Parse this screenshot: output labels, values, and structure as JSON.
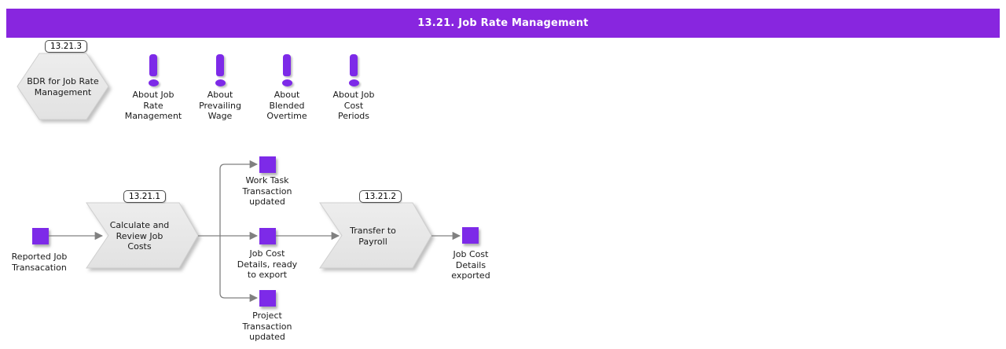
{
  "colors": {
    "header_bg": "#8826DF",
    "accent_purple": "#7D2AE8",
    "shape_border": "#CFCFCF",
    "connector": "#808080",
    "text": "#1a1a1a"
  },
  "header": {
    "title": "13.21. Job Rate Management"
  },
  "bdr": {
    "tag": "13.21.3",
    "label": "BDR for Job Rate\nManagement"
  },
  "about_icons": [
    {
      "label": "About Job\nRate\nManagement"
    },
    {
      "label": "About\nPrevailing\nWage"
    },
    {
      "label": "About\nBlended\nOvertime"
    },
    {
      "label": "About Job\nCost\nPeriods"
    }
  ],
  "flow": {
    "start_event": {
      "label": "Reported Job\nTransacation"
    },
    "step1": {
      "tag": "13.21.1",
      "label": "Calculate and\nReview Job\nCosts"
    },
    "outputs": [
      {
        "label": "Work Task\nTransaction\nupdated"
      },
      {
        "label": "Job Cost\nDetails, ready\nto export"
      },
      {
        "label": "Project\nTransaction\nupdated"
      }
    ],
    "step2": {
      "tag": "13.21.2",
      "label": "Transfer to\nPayroll"
    },
    "end_event": {
      "label": "Job Cost\nDetails\nexported"
    }
  }
}
